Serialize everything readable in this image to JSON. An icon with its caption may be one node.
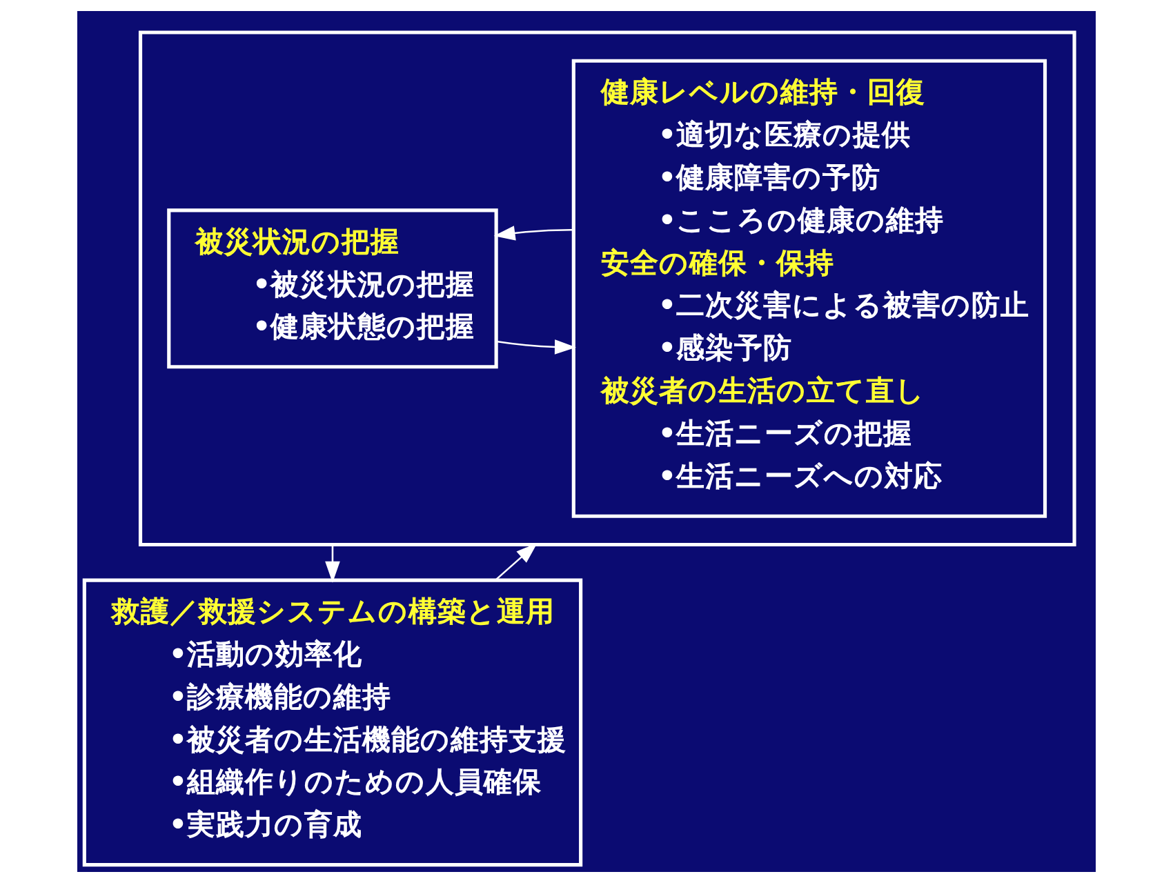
{
  "diagram": {
    "nodes": [
      {
        "text": [],
        "shape": "box"
      },
      {
        "text": [
          "被災状況の把握",
          "•被災状況の把握",
          "•健康状態の把握"
        ],
        "in": 0
      },
      {
        "text": [
          "健康レベルの維持・回復",
          "•適切な医療の提供",
          "•健康障害の予防",
          "•こころの健康の維持",
          "安全の確保・保持",
          "•二次災害による被害の防止",
          "•感染予防",
          "被災者の生活の立て直し",
          "•生活ニーズの把握",
          "•生活ニーズへの対応"
        ],
        "in": 0
      },
      {
        "text": [
          "救護／救援システムの構築と運用",
          "•活動の効率化",
          "•診療機能の維持",
          "•被災者の生活機能の維持支援",
          "•組織作りのための人員確保",
          "•実践力の育成"
        ]
      }
    ],
    "edges": [
      {
        "from": 1,
        "to": 2,
        "arrow": "to"
      },
      {
        "from": 2,
        "to": 1,
        "arrow": "to"
      },
      {
        "from": 0,
        "to": 3,
        "arrow": "to"
      },
      {
        "from": 3,
        "to": 0,
        "arrow": "to"
      }
    ]
  }
}
